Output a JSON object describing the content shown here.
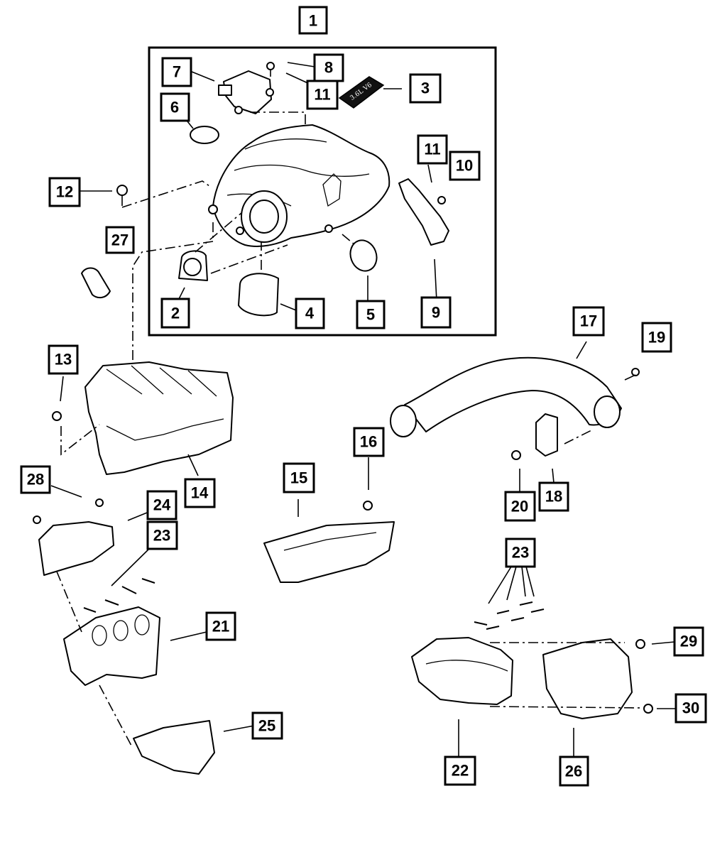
{
  "callouts": {
    "c1": "1",
    "c2": "2",
    "c3": "3",
    "c4": "4",
    "c5": "5",
    "c6": "6",
    "c7": "7",
    "c8": "8",
    "c9": "9",
    "c10": "10",
    "c11a": "11",
    "c11b": "11",
    "c12": "12",
    "c13": "13",
    "c14": "14",
    "c15": "15",
    "c16": "16",
    "c17": "17",
    "c18": "18",
    "c19": "19",
    "c20": "20",
    "c21": "21",
    "c22": "22",
    "c23a": "23",
    "c23b": "23",
    "c24": "24",
    "c25": "25",
    "c26": "26",
    "c27": "27",
    "c28": "28",
    "c29": "29",
    "c30": "30"
  },
  "badge_text": "3.6L V6",
  "colors": {
    "line": "#000000",
    "background": "#ffffff",
    "shade": "#8a8a8a"
  }
}
